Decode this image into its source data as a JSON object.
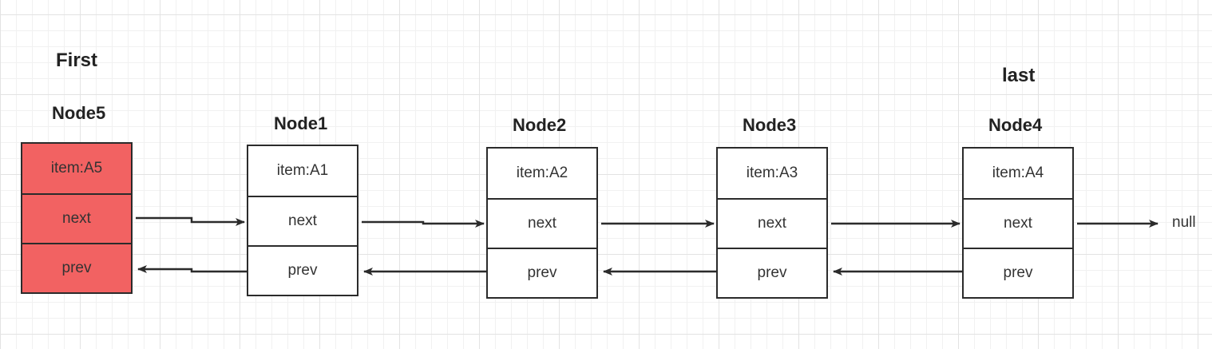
{
  "markers": {
    "first": "First",
    "last": "last"
  },
  "nodes": [
    {
      "title": "Node5",
      "item": "item:A5",
      "next": "next",
      "prev": "prev",
      "highlighted": true
    },
    {
      "title": "Node1",
      "item": "item:A1",
      "next": "next",
      "prev": "prev",
      "highlighted": false
    },
    {
      "title": "Node2",
      "item": "item:A2",
      "next": "next",
      "prev": "prev",
      "highlighted": false
    },
    {
      "title": "Node3",
      "item": "item:A3",
      "next": "next",
      "prev": "prev",
      "highlighted": false
    },
    {
      "title": "Node4",
      "item": "item:A4",
      "next": "next",
      "prev": "prev",
      "highlighted": false
    }
  ],
  "null_label": "null",
  "colors": {
    "highlight": "#f26262",
    "stroke": "#2b2b2b",
    "text": "#333333"
  }
}
